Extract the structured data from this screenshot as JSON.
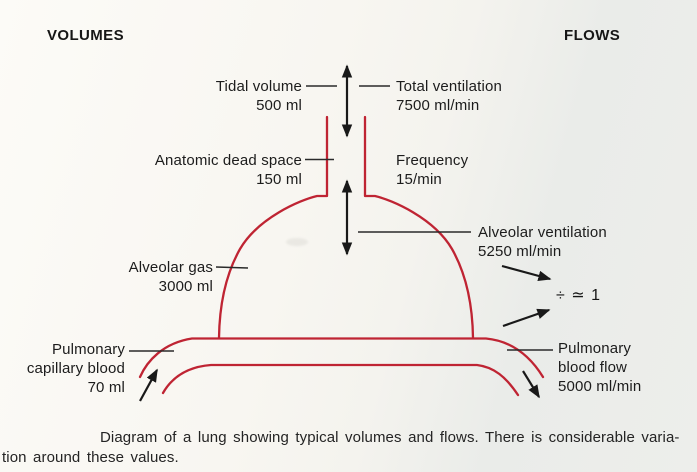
{
  "headings": {
    "volumes": "VOLUMES",
    "flows": "FLOWS"
  },
  "labels": {
    "tidal_volume": {
      "lines": [
        "Tidal volume",
        "500 ml"
      ]
    },
    "total_ventilation": {
      "lines": [
        "Total ventilation",
        "7500 ml/min"
      ]
    },
    "anatomic_dead_space": {
      "lines": [
        "Anatomic dead space",
        "150 ml"
      ]
    },
    "frequency": {
      "lines": [
        "Frequency",
        "15/min"
      ]
    },
    "alveolar_gas": {
      "lines": [
        "Alveolar gas",
        "3000 ml"
      ]
    },
    "alveolar_ventilation": {
      "lines": [
        "Alveolar ventilation",
        "5250 ml/min"
      ]
    },
    "ratio": "÷ ≃ 1",
    "pulmonary_capillary_blood": {
      "lines": [
        "Pulmonary",
        "capillary blood",
        "70 ml"
      ]
    },
    "pulmonary_blood_flow": {
      "lines": [
        "Pulmonary",
        "blood flow",
        "5000 ml/min"
      ]
    }
  },
  "caption": {
    "line1": "Diagram of a lung showing typical volumes and flows. There is considerable varia-",
    "line2": "tion around these values."
  },
  "colors": {
    "diagram_red": "#bf2433",
    "ink": "#191919"
  }
}
